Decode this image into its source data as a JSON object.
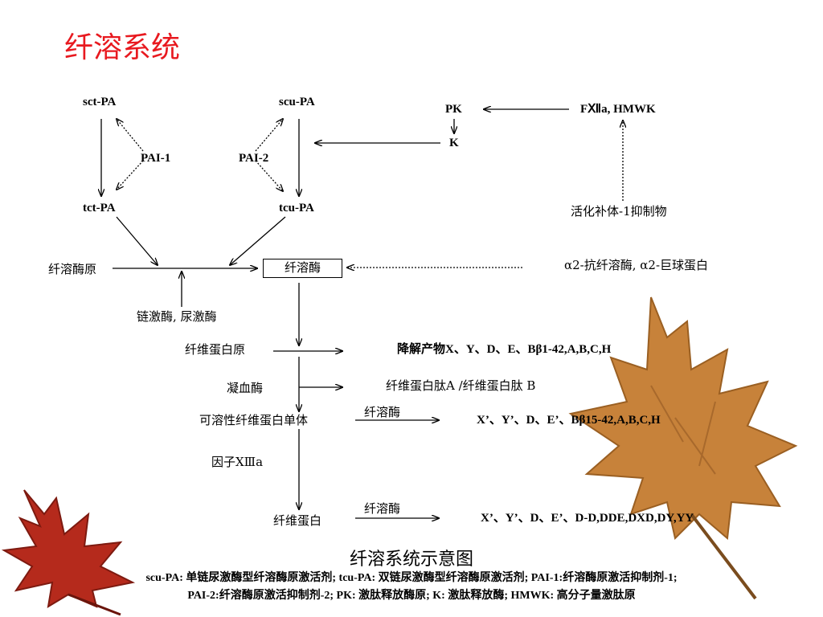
{
  "title": "纤溶系统",
  "nodes": {
    "sct_pa": "sct-PA",
    "scu_pa": "scu-PA",
    "pai1": "PAI-1",
    "pai2": "PAI-2",
    "tct_pa": "tct-PA",
    "tcu_pa": "tcu-PA",
    "pk": "PK",
    "k": "K",
    "fxii": "FⅫa, HMWK",
    "complement": "活化补体-1抑制物",
    "plasminogen": "纤溶酶原",
    "plasmin": "纤溶酶",
    "antiplasmin": "α2-抗纤溶酶, α2-巨球蛋白",
    "activators": "链激酶, 尿激酶",
    "fibrinogen": "纤维蛋白原",
    "products1": "降解产物X、Y、D、E、Bβ1-42,A,B,C,H",
    "thrombin": "凝血酶",
    "fibrinopeptides": "纤维蛋白肽A /纤维蛋白肽 B",
    "soluble_monomer": "可溶性纤维蛋白单体",
    "plasmin_a": "纤溶酶",
    "products2": "X’、Y’、D、E’、Bβ15-42,A,B,C,H",
    "factor_xiii": "因子ⅩⅢa",
    "fibrin": "纤维蛋白",
    "plasmin_b": "纤溶酶",
    "products3": "X’、Y’、D、E’、D-D,DDE,DXD,DY,YY"
  },
  "caption": "纤溶系统示意图",
  "legend": {
    "line1": "scu-PA: 单链尿激酶型纤溶酶原激活剂; tcu-PA: 双链尿激酶型纤溶酶原激活剂; PAI-1:纤溶酶原激活抑制剂-1;",
    "line2": "PAI-2:纤溶酶原激活抑制剂-2; PK: 激肽释放酶原;  K: 激肽释放酶; HMWK: 高分子量激肽原"
  },
  "colors": {
    "title": "#e8191f",
    "leaf_brown": "#c7823a",
    "leaf_red": "#b52a1c"
  }
}
